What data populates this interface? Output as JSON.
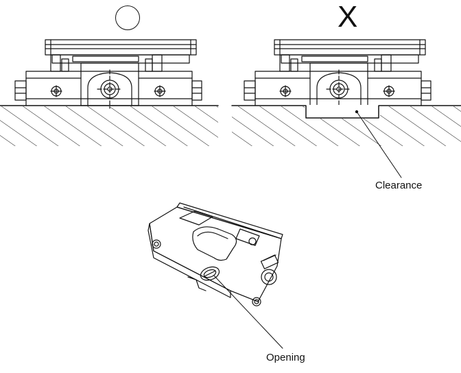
{
  "symbols": {
    "correct": "○",
    "incorrect": "X"
  },
  "labels": {
    "clearance": "Clearance",
    "opening": "Opening"
  }
}
